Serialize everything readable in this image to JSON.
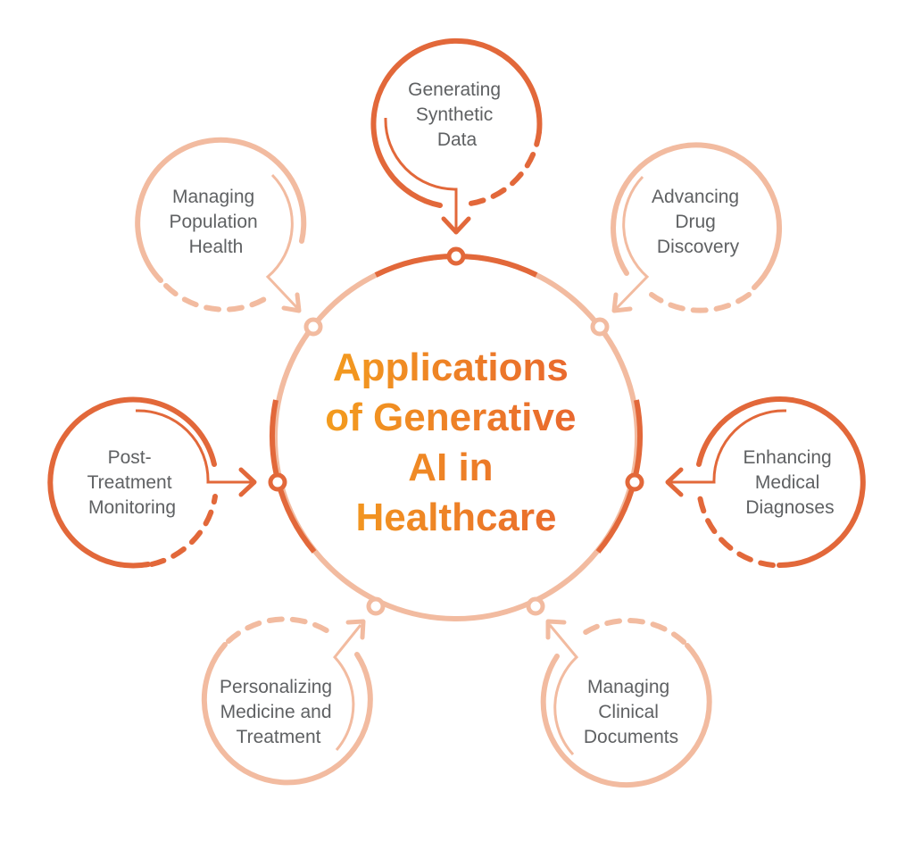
{
  "colors": {
    "dark": "#E2683A",
    "light": "#F2BBA0",
    "text": "#5f6163",
    "title_start": "#F39C1E",
    "title_end": "#E8652F",
    "background": "#ffffff"
  },
  "center": {
    "title_lines": [
      "Applications",
      "of Generative",
      "AI in",
      "Healthcare"
    ]
  },
  "satellites": [
    {
      "id": "top",
      "lines": [
        "Generating",
        "Synthetic",
        "Data"
      ],
      "tone": "dark"
    },
    {
      "id": "upper-right",
      "lines": [
        "Advancing",
        "Drug",
        "Discovery"
      ],
      "tone": "light"
    },
    {
      "id": "right",
      "lines": [
        "Enhancing",
        "Medical",
        "Diagnoses"
      ],
      "tone": "dark"
    },
    {
      "id": "bottom-right",
      "lines": [
        "Managing",
        "Clinical",
        "Documents"
      ],
      "tone": "light"
    },
    {
      "id": "bottom-left",
      "lines": [
        "Personalizing",
        "Medicine and",
        "Treatment"
      ],
      "tone": "light"
    },
    {
      "id": "left",
      "lines": [
        "Post-",
        "Treatment",
        "Monitoring"
      ],
      "tone": "dark"
    },
    {
      "id": "upper-left",
      "lines": [
        "Managing",
        "Population",
        "Health"
      ],
      "tone": "light"
    }
  ]
}
